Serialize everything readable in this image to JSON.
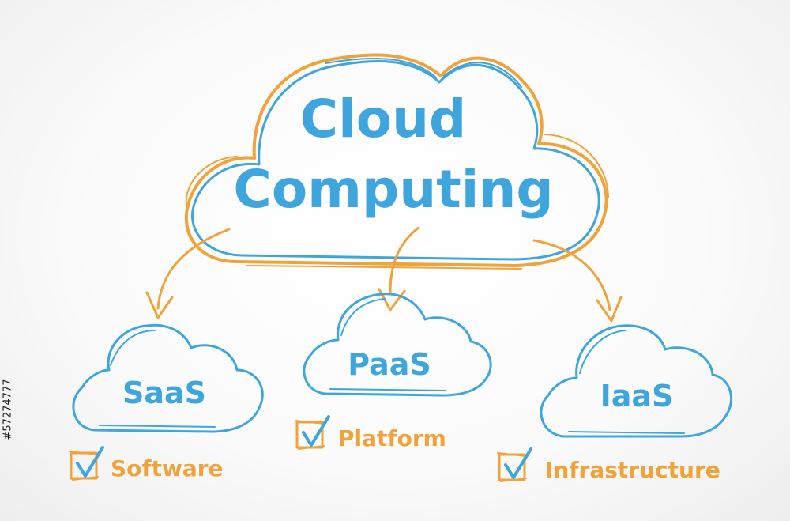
{
  "main": {
    "title_line1": "Cloud",
    "title_line2": "Computing"
  },
  "services": [
    {
      "name": "SaaS",
      "label": "Software"
    },
    {
      "name": "PaaS",
      "label": "Platform"
    },
    {
      "name": "IaaS",
      "label": "Infrastructure"
    }
  ],
  "watermark": "#57274777",
  "colors": {
    "outline_blue": "#3ea6dc",
    "outline_orange": "#f0a33b",
    "background": "#f7f7f7"
  }
}
